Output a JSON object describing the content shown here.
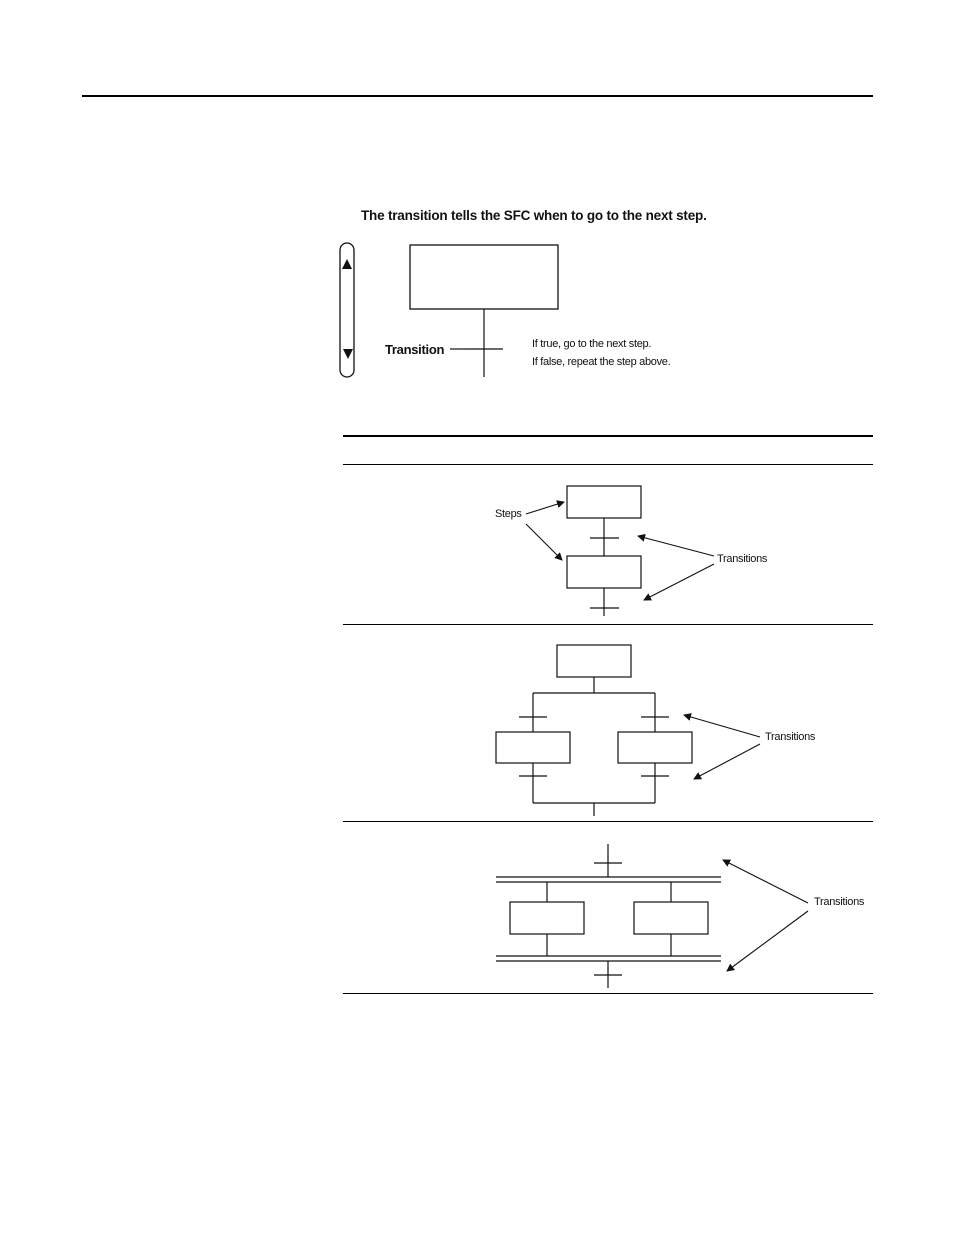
{
  "figure_transition": {
    "caption": "The transition tells the SFC when to go to the next step.",
    "transition_label": "Transition",
    "if_true_note": "If true, go to the next step.",
    "if_false_note": "If false, repeat the step above."
  },
  "table": {
    "rows": [
      {
        "kind": "sequence",
        "labels": {
          "steps": "Steps",
          "transitions": "Transitions"
        }
      },
      {
        "kind": "selection_branch",
        "labels": {
          "transitions": "Transitions"
        }
      },
      {
        "kind": "simultaneous_branch",
        "labels": {
          "transitions": "Transitions"
        }
      }
    ]
  },
  "colors": {
    "ink": "#111111",
    "rule": "#000000"
  }
}
